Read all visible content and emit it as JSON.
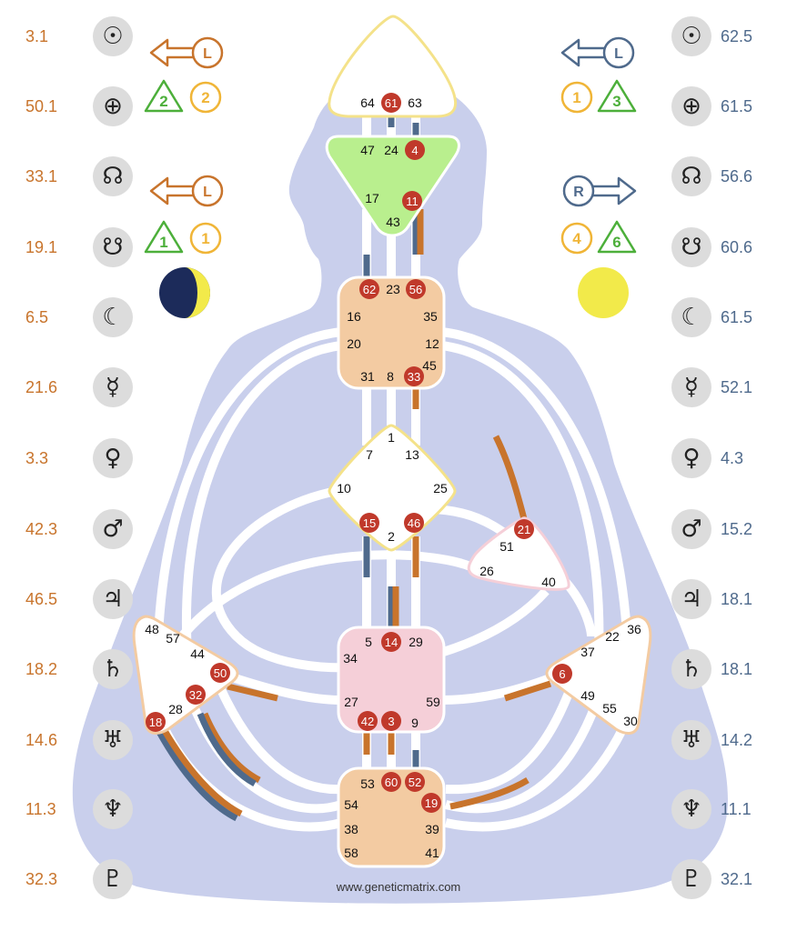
{
  "footer": "www.geneticmatrix.com",
  "colors": {
    "design": "#c8742c",
    "personality": "#4f6a8c",
    "body": "#c9cfec",
    "channel": "#ffffff",
    "activated_gate": "#c0392b",
    "head": "#ffffff",
    "ajna": "#b9ef8e",
    "throat": "#f3cba2",
    "g_center": "#ffffff",
    "ego": "#ffffff",
    "sacral": "#f5cfd8",
    "spleen": "#ffffff",
    "solar_plexus": "#ffffff",
    "root": "#f3cba2",
    "arrow_green": "#4caf3a",
    "arrow_yellow": "#f0b537"
  },
  "design_column": [
    {
      "planet": "sun",
      "symbol": "☉",
      "value": "3.1"
    },
    {
      "planet": "earth",
      "symbol": "⊕",
      "value": "50.1"
    },
    {
      "planet": "north-node",
      "symbol": "☊",
      "value": "33.1"
    },
    {
      "planet": "south-node",
      "symbol": "☋",
      "value": "19.1"
    },
    {
      "planet": "moon",
      "symbol": "☾",
      "value": "6.5"
    },
    {
      "planet": "mercury",
      "symbol": "☿",
      "value": "21.6"
    },
    {
      "planet": "venus",
      "symbol": "♀",
      "value": "3.3"
    },
    {
      "planet": "mars",
      "symbol": "♂",
      "value": "42.3"
    },
    {
      "planet": "jupiter",
      "symbol": "♃",
      "value": "46.5"
    },
    {
      "planet": "saturn",
      "symbol": "♄",
      "value": "18.2"
    },
    {
      "planet": "uranus",
      "symbol": "♅",
      "value": "14.6"
    },
    {
      "planet": "neptune",
      "symbol": "♆",
      "value": "11.3"
    },
    {
      "planet": "pluto",
      "symbol": "♇",
      "value": "32.3"
    }
  ],
  "personality_column": [
    {
      "planet": "sun",
      "symbol": "☉",
      "value": "62.5"
    },
    {
      "planet": "earth",
      "symbol": "⊕",
      "value": "61.5"
    },
    {
      "planet": "north-node",
      "symbol": "☊",
      "value": "56.6"
    },
    {
      "planet": "south-node",
      "symbol": "☋",
      "value": "60.6"
    },
    {
      "planet": "moon",
      "symbol": "☾",
      "value": "61.5"
    },
    {
      "planet": "mercury",
      "symbol": "☿",
      "value": "52.1"
    },
    {
      "planet": "venus",
      "symbol": "♀",
      "value": "4.3"
    },
    {
      "planet": "mars",
      "symbol": "♂",
      "value": "15.2"
    },
    {
      "planet": "jupiter",
      "symbol": "♃",
      "value": "18.1"
    },
    {
      "planet": "saturn",
      "symbol": "♄",
      "value": "18.1"
    },
    {
      "planet": "uranus",
      "symbol": "♅",
      "value": "14.2"
    },
    {
      "planet": "neptune",
      "symbol": "♆",
      "value": "11.1"
    },
    {
      "planet": "pluto",
      "symbol": "♇",
      "value": "32.1"
    }
  ],
  "variables": {
    "design_top_arrow": "L",
    "design_top_numbers": [
      "2",
      "2"
    ],
    "design_bottom_arrow": "L",
    "design_bottom_numbers": [
      "1",
      "1"
    ],
    "personality_top_arrow": "L",
    "personality_top_numbers": [
      "1",
      "3"
    ],
    "personality_bottom_arrow": "R",
    "personality_bottom_numbers": [
      "4",
      "6"
    ]
  },
  "gates": [
    {
      "n": "64",
      "active": false
    },
    {
      "n": "61",
      "active": true
    },
    {
      "n": "63",
      "active": false
    },
    {
      "n": "47",
      "active": false
    },
    {
      "n": "24",
      "active": false
    },
    {
      "n": "4",
      "active": true
    },
    {
      "n": "17",
      "active": false
    },
    {
      "n": "11",
      "active": true
    },
    {
      "n": "43",
      "active": false
    },
    {
      "n": "62",
      "active": true
    },
    {
      "n": "23",
      "active": false
    },
    {
      "n": "56",
      "active": true
    },
    {
      "n": "16",
      "active": false
    },
    {
      "n": "35",
      "active": false
    },
    {
      "n": "20",
      "active": false
    },
    {
      "n": "12",
      "active": false
    },
    {
      "n": "45",
      "active": false
    },
    {
      "n": "31",
      "active": false
    },
    {
      "n": "8",
      "active": false
    },
    {
      "n": "33",
      "active": true
    },
    {
      "n": "1",
      "active": false
    },
    {
      "n": "7",
      "active": false
    },
    {
      "n": "13",
      "active": false
    },
    {
      "n": "10",
      "active": false
    },
    {
      "n": "25",
      "active": false
    },
    {
      "n": "15",
      "active": true
    },
    {
      "n": "46",
      "active": true
    },
    {
      "n": "2",
      "active": false
    },
    {
      "n": "21",
      "active": true
    },
    {
      "n": "51",
      "active": false
    },
    {
      "n": "26",
      "active": false
    },
    {
      "n": "40",
      "active": false
    },
    {
      "n": "5",
      "active": false
    },
    {
      "n": "14",
      "active": true
    },
    {
      "n": "29",
      "active": false
    },
    {
      "n": "34",
      "active": false
    },
    {
      "n": "27",
      "active": false
    },
    {
      "n": "59",
      "active": false
    },
    {
      "n": "42",
      "active": true
    },
    {
      "n": "3",
      "active": true
    },
    {
      "n": "9",
      "active": false
    },
    {
      "n": "48",
      "active": false
    },
    {
      "n": "57",
      "active": false
    },
    {
      "n": "44",
      "active": false
    },
    {
      "n": "50",
      "active": true
    },
    {
      "n": "32",
      "active": true
    },
    {
      "n": "28",
      "active": false
    },
    {
      "n": "18",
      "active": true
    },
    {
      "n": "22",
      "active": false
    },
    {
      "n": "36",
      "active": false
    },
    {
      "n": "37",
      "active": false
    },
    {
      "n": "6",
      "active": true
    },
    {
      "n": "49",
      "active": false
    },
    {
      "n": "55",
      "active": false
    },
    {
      "n": "30",
      "active": false
    },
    {
      "n": "53",
      "active": false
    },
    {
      "n": "60",
      "active": true
    },
    {
      "n": "52",
      "active": true
    },
    {
      "n": "54",
      "active": false
    },
    {
      "n": "19",
      "active": true
    },
    {
      "n": "38",
      "active": false
    },
    {
      "n": "39",
      "active": false
    },
    {
      "n": "58",
      "active": false
    },
    {
      "n": "41",
      "active": false
    }
  ]
}
